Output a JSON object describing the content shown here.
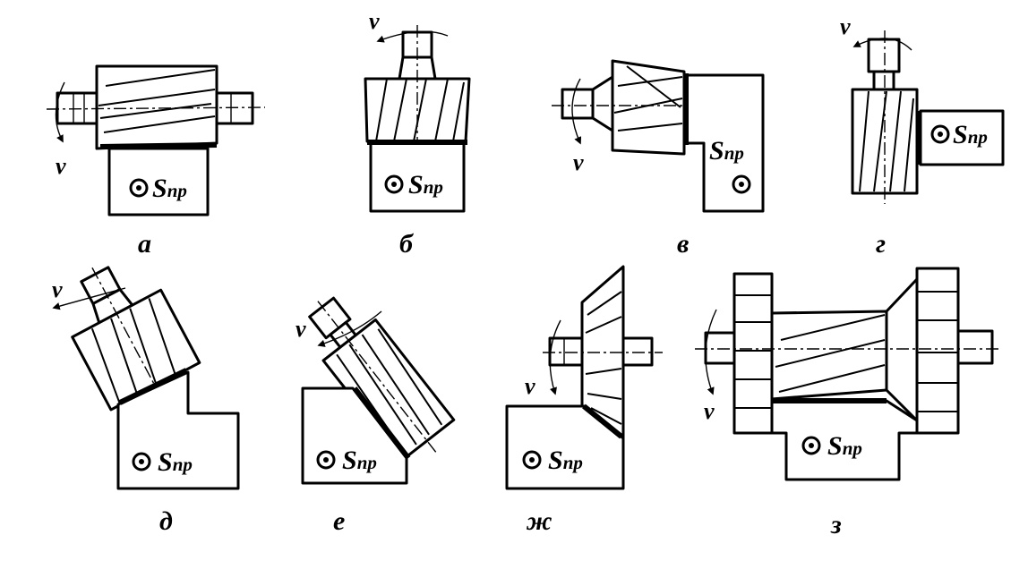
{
  "symbols": {
    "speed": "v",
    "feed": "S",
    "feed_subscript": "пр"
  },
  "panels": [
    {
      "id": "a",
      "label": "а"
    },
    {
      "id": "b",
      "label": "б"
    },
    {
      "id": "v",
      "label": "в"
    },
    {
      "id": "g",
      "label": "г"
    },
    {
      "id": "d",
      "label": "д"
    },
    {
      "id": "e",
      "label": "е"
    },
    {
      "id": "zh",
      "label": "ж"
    },
    {
      "id": "z",
      "label": "з"
    }
  ]
}
